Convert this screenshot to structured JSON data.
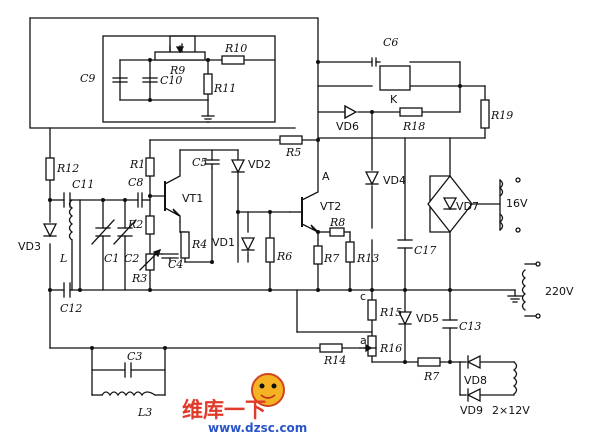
{
  "labels": {
    "C6": "C6",
    "R10": "R10",
    "R9": "R9",
    "C9": "C9",
    "C10": "C10",
    "R11": "R11",
    "K": "K",
    "R19": "R19",
    "VD6": "VD6",
    "R18": "R18",
    "R12": "R12",
    "R1": "R1",
    "C5": "C5",
    "VD2": "VD2",
    "R5": "R5",
    "C11": "C11",
    "C8": "C8",
    "VT1": "VT1",
    "A": "A",
    "VD4": "VD4",
    "VD7": "VD7",
    "V16": "16V",
    "VT2": "VT2",
    "R8": "R8",
    "R2": "R2",
    "VD3": "VD3",
    "C1": "C1",
    "C2": "C2",
    "R4": "R4",
    "VD1": "VD1",
    "R6": "R6",
    "R7a": "R7",
    "R13": "R13",
    "C17": "C17",
    "L": "L",
    "C4": "C4",
    "R3": "R3",
    "V220": "220V",
    "C12": "C12",
    "c": "c",
    "R15": "R15",
    "VD5": "VD5",
    "C13": "C13",
    "a": "a",
    "R14": "R14",
    "R16": "R16",
    "C3": "C3",
    "R7b": "R7",
    "VD8": "VD8",
    "L3": "L3",
    "VD9": "VD9",
    "V2x12": "2×12V"
  },
  "watermark": {
    "main": "维库一下",
    "url": "www.dzsc.com"
  }
}
